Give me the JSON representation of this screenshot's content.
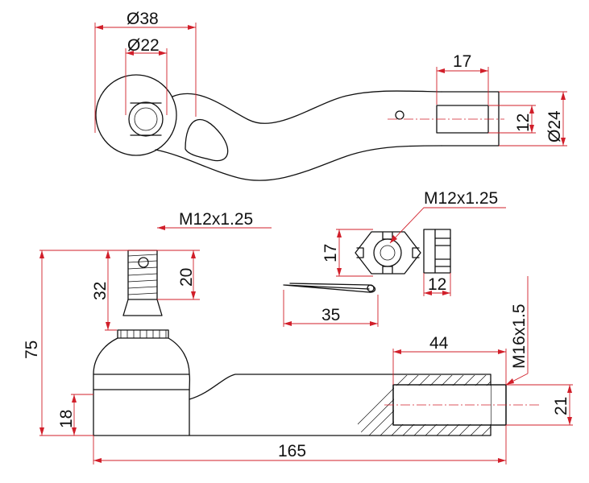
{
  "labels": {
    "eye_outer_diameter": "Ø38",
    "eye_inner_diameter": "Ø22",
    "thread_end_length": "17",
    "thread_end_width": "12",
    "thread_end_diameter": "Ø24",
    "stud_thread": "M12x1.25",
    "nut_thread": "M12x1.25",
    "stud_thread_length": "20",
    "stud_length": "32",
    "overall_height": "75",
    "nut_width": "17",
    "nut_height": "12",
    "pin_length": "35",
    "bore_depth": "44",
    "bore_thread": "M16x1.5",
    "body_height": "18",
    "bore_height": "21",
    "overall_length": "165"
  },
  "colors": {
    "outline": "#111111",
    "dimension": "#d11f2a",
    "background": "#ffffff"
  }
}
